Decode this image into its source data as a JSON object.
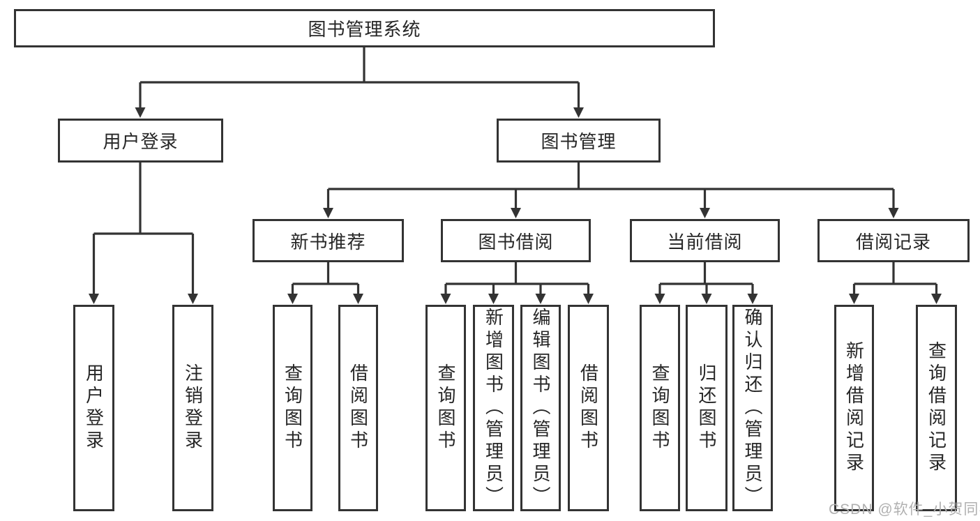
{
  "diagram": {
    "root": {
      "label": "图书管理系统"
    },
    "branches": [
      {
        "label": "用户登录",
        "children": [
          {
            "label": "用户登录"
          },
          {
            "label": "注销登录"
          }
        ]
      },
      {
        "label": "图书管理",
        "groups": [
          {
            "label": "新书推荐",
            "children": [
              {
                "label": "查询图书"
              },
              {
                "label": "借阅图书"
              }
            ]
          },
          {
            "label": "图书借阅",
            "children": [
              {
                "label": "查询图书"
              },
              {
                "label": "新增图书（管理员）"
              },
              {
                "label": "编辑图书（管理员）"
              },
              {
                "label": "借阅图书"
              }
            ]
          },
          {
            "label": "当前借阅",
            "children": [
              {
                "label": "查询图书"
              },
              {
                "label": "归还图书"
              },
              {
                "label": "确认归还（管理员）"
              }
            ]
          },
          {
            "label": "借阅记录",
            "children": [
              {
                "label": "新增借阅记录"
              },
              {
                "label": "查询借阅记录"
              }
            ]
          }
        ]
      }
    ]
  },
  "watermark": {
    "text": "CSDN @软件_小贺同学",
    "color": "#b0b0b0"
  },
  "colors": {
    "line": "#333333",
    "box_border": "#333333",
    "box_fill": "#ffffff",
    "text": "#262626",
    "background": "#ffffff"
  }
}
